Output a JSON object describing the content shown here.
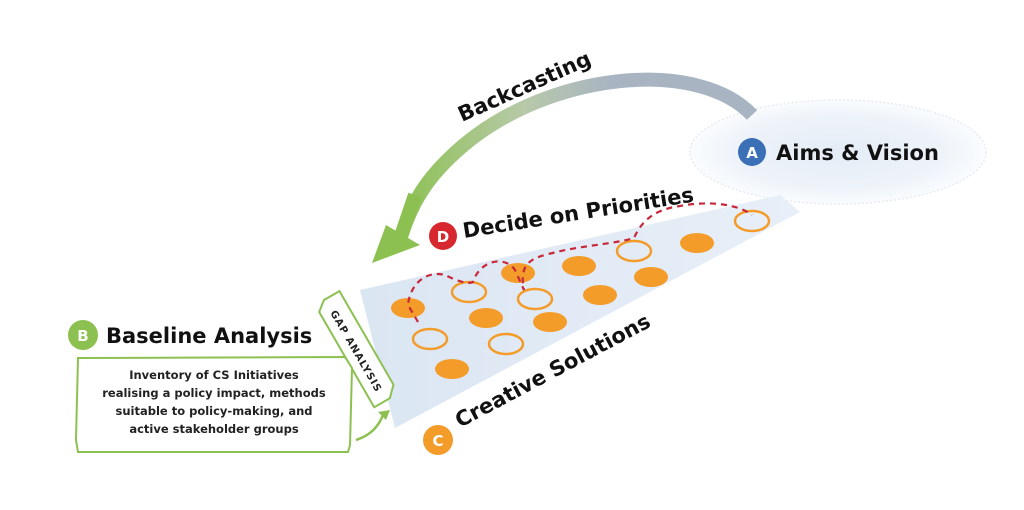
{
  "diagram": {
    "arrow_label": "Backcasting",
    "colors": {
      "blue": "#3b6fb6",
      "green": "#8cc152",
      "orange": "#f39c2a",
      "red": "#d7282f",
      "arc_grey": "#a9b4c2",
      "funnel": "#dde7f3",
      "dash": "#c8283a"
    },
    "steps": [
      {
        "letter": "A",
        "label": "Aims & Vision",
        "color": "blue"
      },
      {
        "letter": "B",
        "label": "Baseline Analysis",
        "color": "green"
      },
      {
        "letter": "C",
        "label": "Creative Solutions",
        "color": "orange"
      },
      {
        "letter": "D",
        "label": "Decide on Priorities",
        "color": "red"
      }
    ],
    "baseline_box": {
      "lines": [
        "Inventory of CS Initiatives",
        "realising a policy impact, methods",
        "suitable to policy-making, and",
        "active stakeholder groups"
      ]
    },
    "gap_label": "GAP ANALYSIS"
  }
}
